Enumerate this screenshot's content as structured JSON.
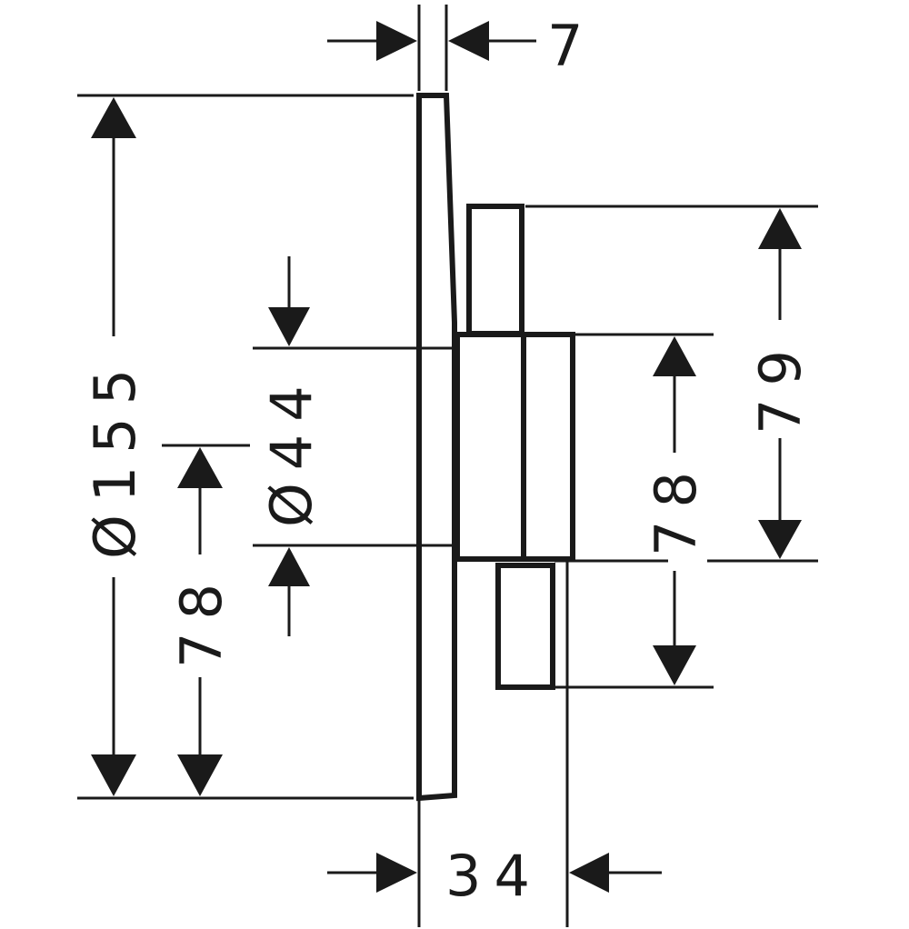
{
  "drawing": {
    "dimensions": {
      "top_thickness": "7",
      "outer_diameter": "Ø155",
      "inner_diameter": "Ø44",
      "left_offset": "78",
      "right_offset": "78",
      "right_height": "79",
      "depth": "34"
    },
    "colors": {
      "line": "#1a1a1a",
      "background": "#ffffff"
    }
  }
}
